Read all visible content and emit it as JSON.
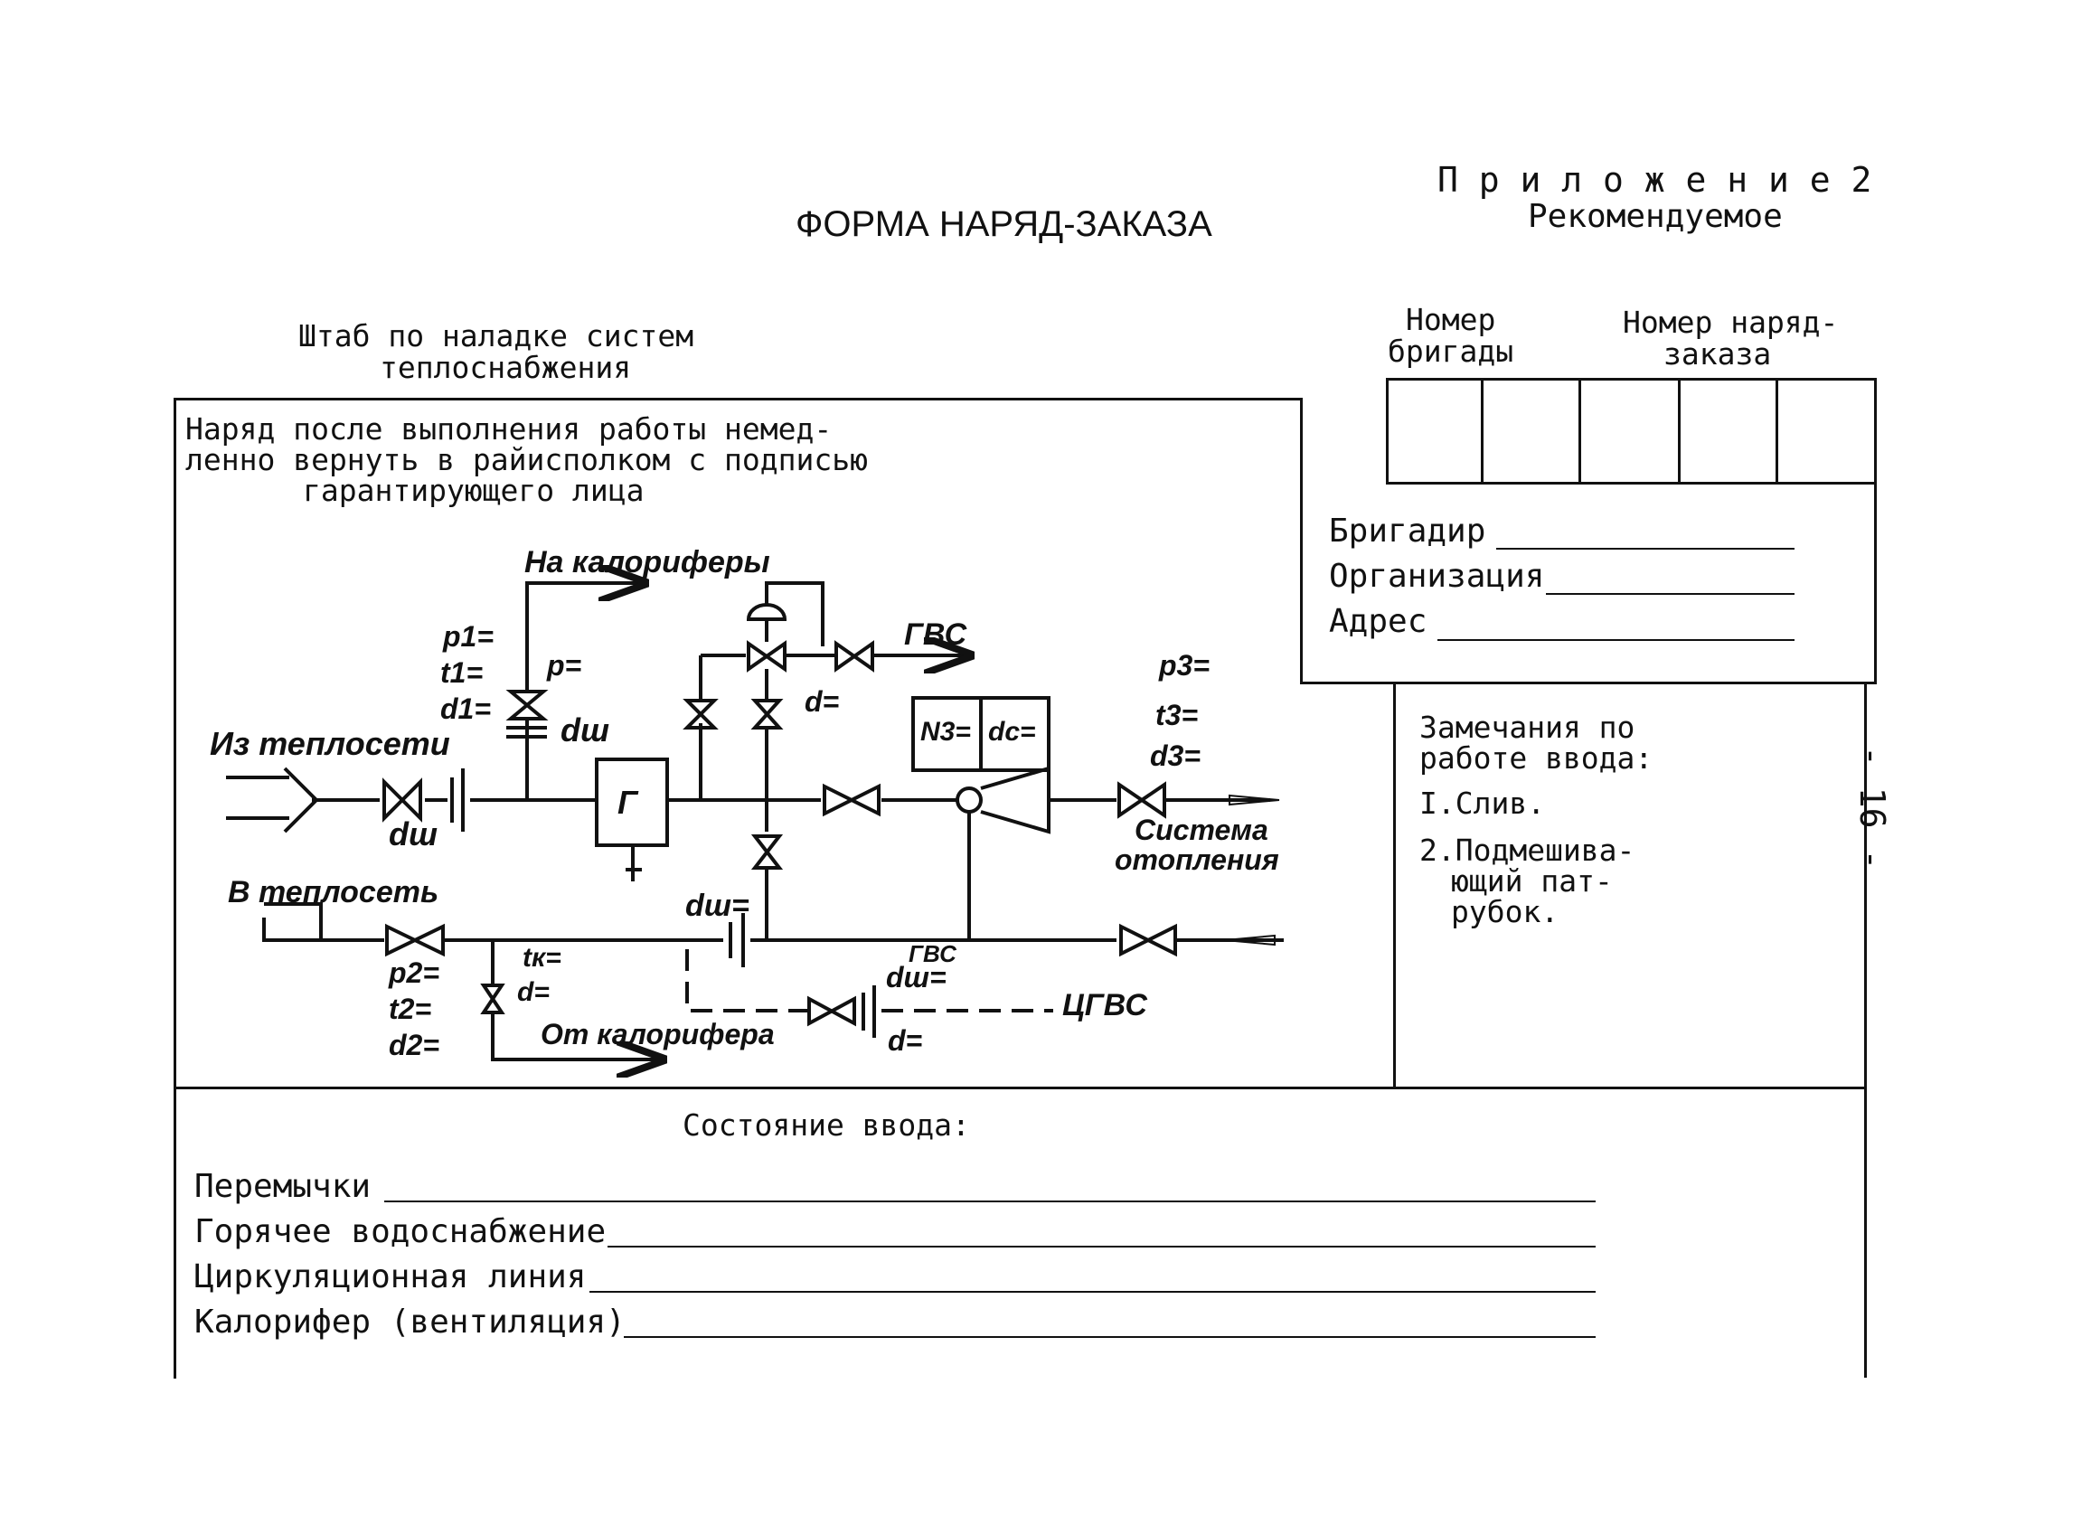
{
  "header": {
    "title": "ФОРМА НАРЯД-ЗАКАЗА",
    "appendix": "П р и л о ж е н и е  2",
    "appendix_type": "Рекомендуемое"
  },
  "org": {
    "line1": "Штаб по наладке систем",
    "line2": "теплоснабжения"
  },
  "numbers": {
    "brigade_label1": "Номер",
    "brigade_label2": "бригады",
    "order_label1": "Номер наряд-",
    "order_label2": "заказа"
  },
  "instruction": {
    "line1": "Наряд после выполнения работы немед-",
    "line2": "ленно вернуть в райисполком с подписью",
    "line3": "гарантирующего лица"
  },
  "fields": {
    "brigadier": "Бригадир",
    "organization": "Организация",
    "address": "Адрес"
  },
  "remarks": {
    "title1": "Замечания по",
    "title2": "работе ввода:",
    "item1": "I.Слив.",
    "item2a": "2.Подмешива-",
    "item2b": "ющий пат-",
    "item2c": "рубок."
  },
  "state": {
    "title": "Состояние ввода:",
    "row1": "Перемычки",
    "row2": "Горячее водоснабжение",
    "row3": "Циркуляционная линия",
    "row4": "Калорифер (вентиляция)"
  },
  "page_number": "- 16 -",
  "diagram": {
    "to_heaters": "На калориферы",
    "p1": "p1=",
    "t1": "t1=",
    "d1": "d1=",
    "p": "p=",
    "dsh_top": "dш",
    "from_network": "Из теплосети",
    "dsh_left": "dш",
    "g": "Г",
    "gvs": "ГВС",
    "d_mid": "d=",
    "n3": "N3=",
    "dc": "dc=",
    "p3": "p3=",
    "t3": "t3=",
    "d3": "d3=",
    "system1": "Система",
    "system2": "отопления",
    "to_network": "В теплосеть",
    "dsh_mid": "dш=",
    "p2": "p2=",
    "t2": "t2=",
    "d2": "d2=",
    "tk": "tк=",
    "dk": "d=",
    "from_heater": "От калорифера",
    "dsh_gvs_sup": "ГВС",
    "dsh_gvs": "dш=",
    "d_bottom": "d=",
    "cgvs": "ЦГВС"
  }
}
